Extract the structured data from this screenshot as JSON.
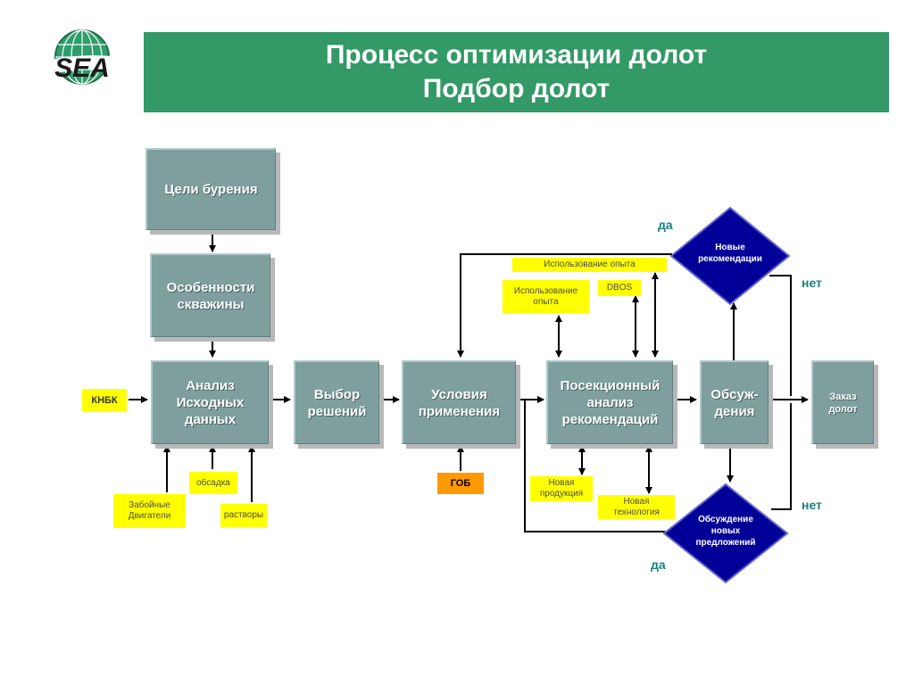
{
  "title": {
    "line1": "Процесс оптимизации долот",
    "line2": "Подбор долот"
  },
  "logo": {
    "text": "SEA"
  },
  "boxes": {
    "goals": "Цели бурения",
    "well": "Особенности\nскважины",
    "analysis": "Анализ\nИсходных\nданных",
    "choice": "Выбор\nрешений",
    "conditions": "Условия\nприменения",
    "section": "Посекционный\nанализ\nрекомендаций",
    "discussion": "Обсуж-\nдения",
    "order": "Заказ\nдолот"
  },
  "labels": {
    "knbk": "КНБК",
    "obsadka": "обсадка",
    "motors": "Забойные\nДвигатели",
    "solutions": "растворы",
    "gob": "ГОБ",
    "experience_top": "Использование опыта",
    "experience": "Использование\nопыта",
    "dbos": "DBOS",
    "new_product": "Новая\nпродукция",
    "new_tech": "Новая\nтехнология"
  },
  "diamonds": {
    "top": "Новые\nрекомендации",
    "bottom": "Обсуждение\nновых\nпредложений"
  },
  "tags": {
    "yes_top": "да",
    "no_top": "нет",
    "no_bottom": "нет",
    "yes_bottom": "да"
  },
  "colors": {
    "banner": "#339966",
    "box": "#7f9f9f",
    "label": "#ffff00",
    "diamond": "#000099",
    "gob": "#ff9900"
  }
}
